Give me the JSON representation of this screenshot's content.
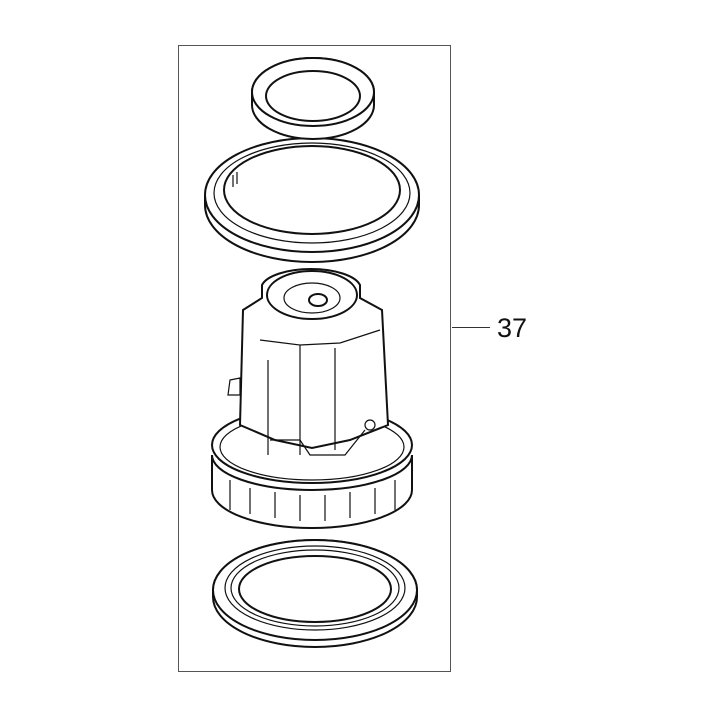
{
  "diagram": {
    "type": "exploded-parts-view",
    "frame_color": "#555555",
    "line_color": "#111111",
    "parts": [
      {
        "name": "small-seal-ring",
        "position": "top"
      },
      {
        "name": "large-gasket-ring",
        "position": "upper"
      },
      {
        "name": "vacuum-motor-assembly",
        "position": "middle"
      },
      {
        "name": "bottom-gasket-ring",
        "position": "bottom"
      }
    ],
    "callouts": [
      {
        "label": "37",
        "points_to": "parts-group-frame"
      }
    ]
  }
}
